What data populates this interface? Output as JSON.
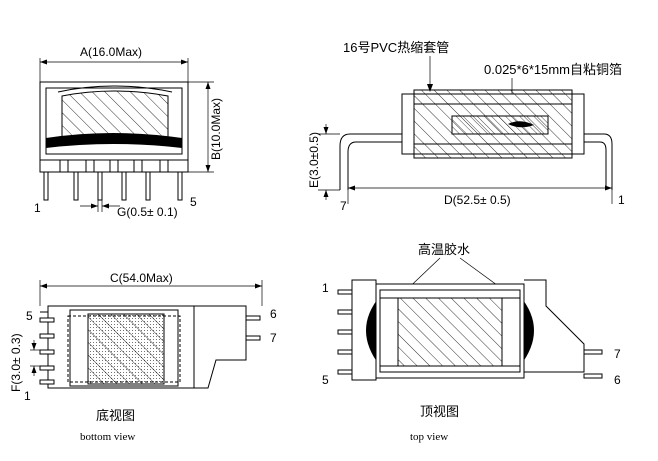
{
  "front_view": {
    "dim_a": "A(16.0Max)",
    "dim_b": "B(10.0Max)",
    "dim_g": "G(0.5± 0.1)",
    "pin_left": "1",
    "pin_right": "5"
  },
  "side_view": {
    "callout_sleeve": "16号PVC热缩套管",
    "callout_foil": "0.025*6*15mm自粘铜箔",
    "dim_e": "E(3.0±0.5)",
    "dim_d": "D(52.5± 0.5)",
    "pin_left": "7",
    "pin_right": "1"
  },
  "bottom_view": {
    "dim_c": "C(54.0Max)",
    "dim_f": "F(3.0± 0.3)",
    "pin_5": "5",
    "pin_1": "1",
    "pin_6": "6",
    "pin_7": "7",
    "caption_cn": "底视图",
    "caption_en": "bottom view"
  },
  "top_view": {
    "callout_glue": "高温胶水",
    "pin_1": "1",
    "pin_5": "5",
    "pin_7": "7",
    "pin_6": "6",
    "caption_cn": "顶视图",
    "caption_en": "top view"
  }
}
